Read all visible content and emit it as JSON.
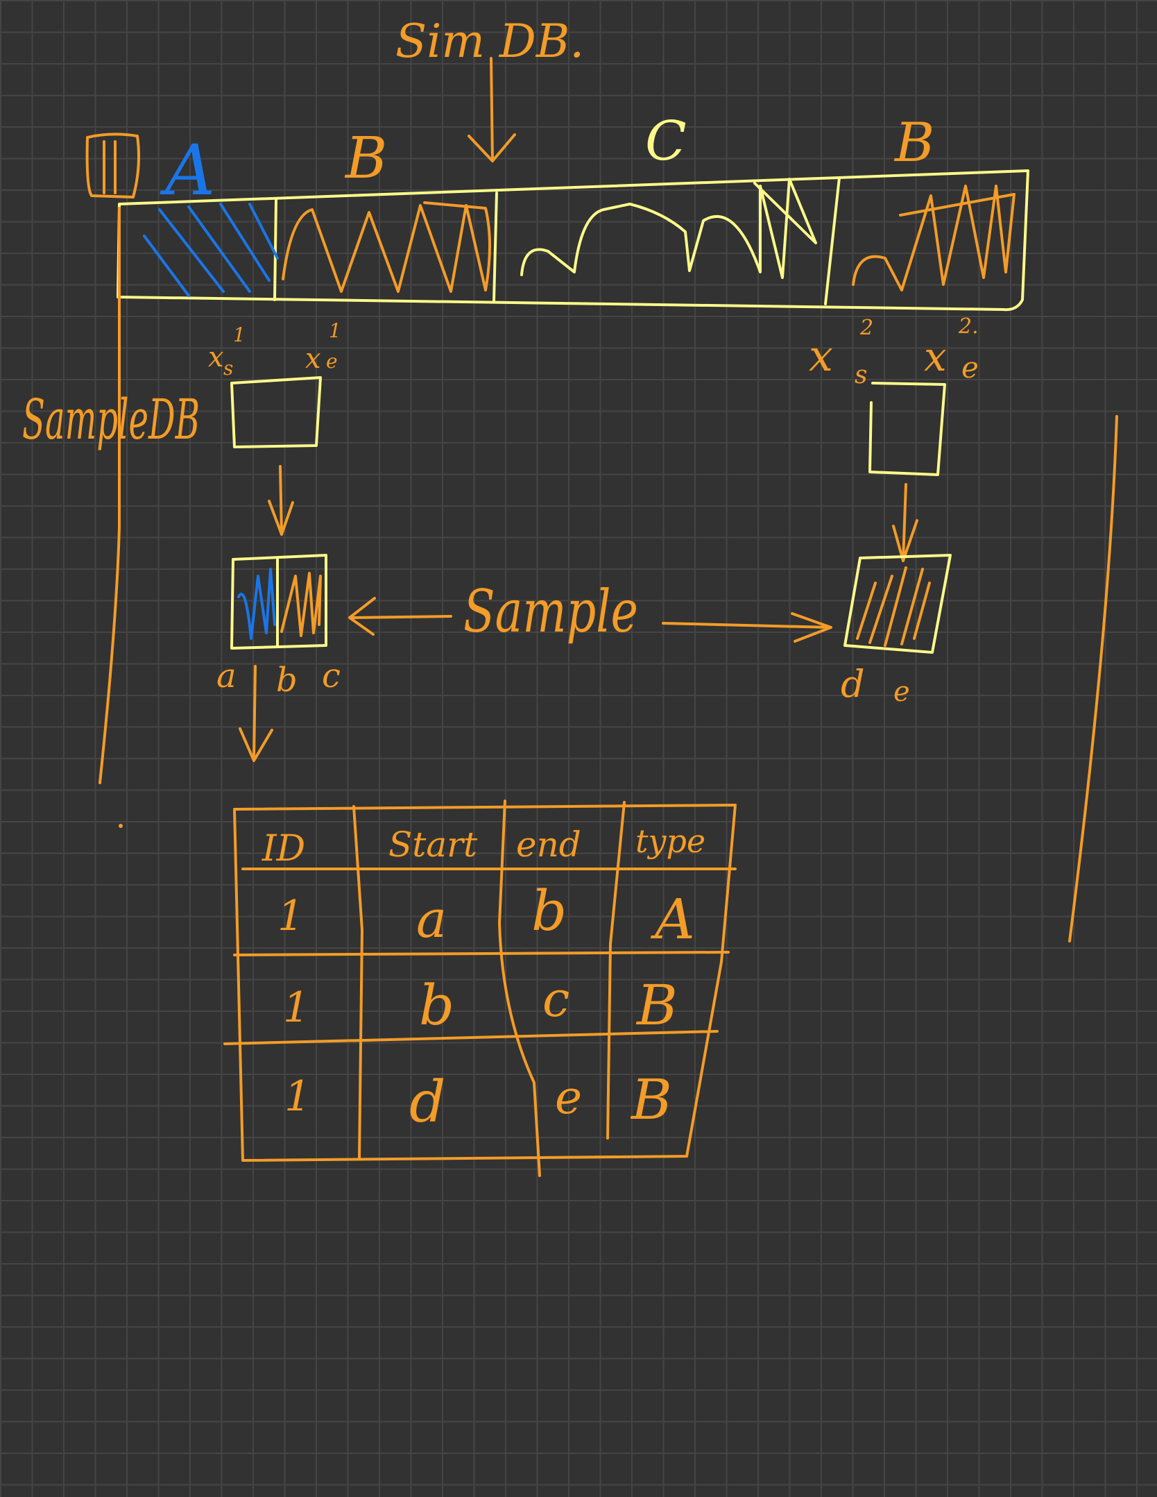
{
  "colors": {
    "background": "#323232",
    "grid": "#454545",
    "orange": "#F39C28",
    "yellow": "#FCF98A",
    "blue": "#1A76E8"
  },
  "labels": {
    "sim_db": "Sim DB.",
    "id_mark": "ID",
    "sample_db": "SampleDB",
    "sample": "Sample"
  },
  "segments": [
    {
      "label": "A",
      "fill": "blue-hatch"
    },
    {
      "label": "B",
      "fill": "orange-zigzag"
    },
    {
      "label": "C",
      "fill": "yellow-zigzag"
    },
    {
      "label": "B",
      "fill": "orange-zigzag"
    }
  ],
  "coords": {
    "xs1": "x",
    "xs1_sub": "s",
    "xs1_sup": "1",
    "xe1": "x",
    "xe1_sub": "e",
    "xe1_sup": "1",
    "xs2": "x",
    "xs2_sub": "s",
    "xs2_sup": "2",
    "xe2": "x",
    "xe2_sub": "e",
    "xe2_sup": "2."
  },
  "sample_points": {
    "left": [
      "a",
      "b",
      "c"
    ],
    "right": [
      "d",
      "e"
    ]
  },
  "table": {
    "headers": [
      "ID",
      "Start",
      "end",
      "type"
    ],
    "rows": [
      [
        "1",
        "a",
        "b",
        "A"
      ],
      [
        "1",
        "b",
        "c",
        "B"
      ],
      [
        "1",
        "d",
        "e",
        "B"
      ]
    ]
  }
}
